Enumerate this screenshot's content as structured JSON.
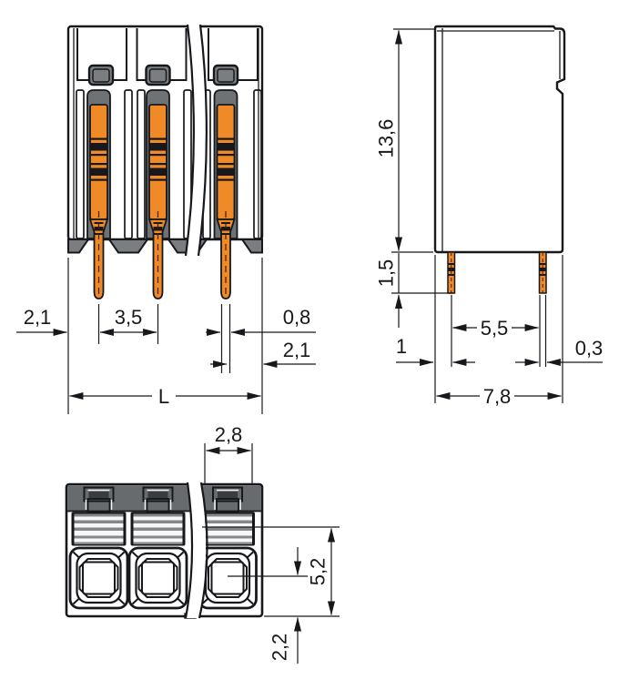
{
  "drawing": {
    "title": "terminal-block-dimension-drawing",
    "front_view": {
      "dim_left_offset": "2,1",
      "dim_pitch": "3,5",
      "dim_pin_width": "0,8",
      "dim_right_offset": "2,1",
      "dim_total_length": "L"
    },
    "side_view": {
      "dim_height": "13,6",
      "dim_pin_length": "1,5",
      "dim_pin_inset": "1",
      "dim_pin_spacing": "5,5",
      "dim_pin_thickness": "0,3",
      "dim_depth": "7,8"
    },
    "bottom_view": {
      "dim_pole_width": "2,8",
      "dim_opening_offset": "5,2",
      "dim_edge_offset": "2,2"
    },
    "colors": {
      "housing": "#7b7e81",
      "housing-dark": "#54575a",
      "channel": "#6f7275",
      "strip-gray": "#85888b",
      "ring": "#6a6d70",
      "well": "#2c2e31",
      "orange": "#f08a26",
      "line": "#16181b"
    }
  }
}
